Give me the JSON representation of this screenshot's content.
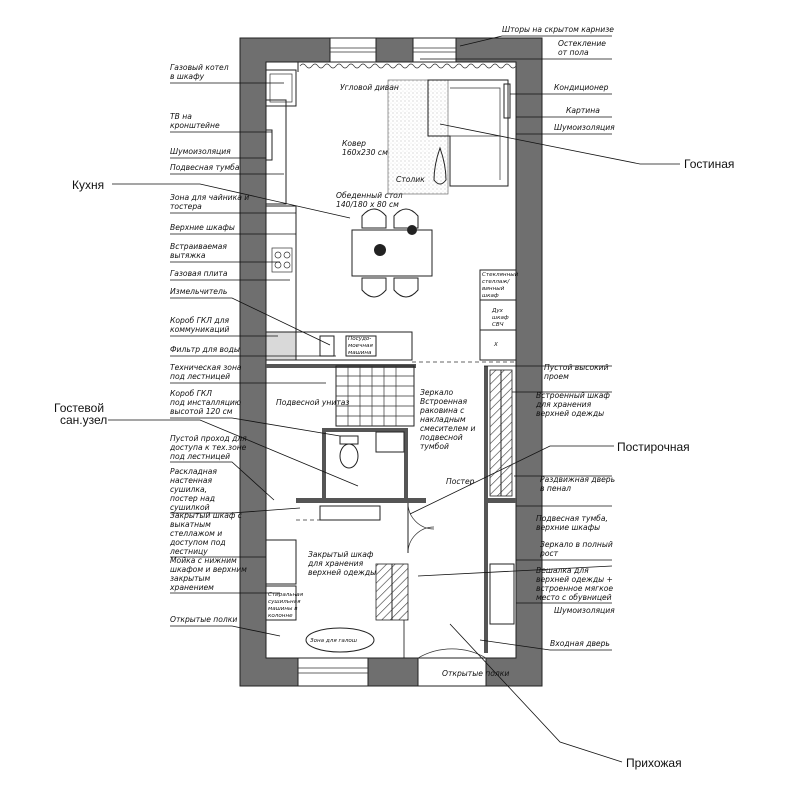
{
  "rooms": {
    "living": "Гостиная",
    "kitchen": "Кухня",
    "guest_wc": [
      "Гостевой",
      "сан.узел"
    ],
    "laundry": "Постирочная",
    "hall": "Прихожая"
  },
  "left_labels": [
    [
      "Газовый котел",
      "в шкафу"
    ],
    [
      "ТВ на",
      "кронштейне"
    ],
    [
      "Шумоизоляция"
    ],
    [
      "Подвесная тумба"
    ],
    [
      "Зона для чайника и",
      "тостера"
    ],
    [
      "Верхние шкафы"
    ],
    [
      "Встраиваемая",
      "вытяжка"
    ],
    [
      "Газовая плита"
    ],
    [
      "Измельчитель"
    ],
    [
      "Короб ГКЛ для",
      "коммуникаций"
    ],
    [
      "Фильтр для воды"
    ],
    [
      "Техническая зона",
      "под лестницей"
    ],
    [
      "Короб ГКЛ",
      "под инсталляцию",
      "высотой 120 см"
    ],
    [
      "Пустой проход для",
      "доступа к тех.зоне",
      "под лестницей"
    ],
    [
      "Раскладная",
      "настенная",
      "сушилка,",
      "постер над",
      "сушилкой"
    ],
    [
      "Закрытый шкаф с",
      "выкатным",
      "стеллажом и",
      "доступом под",
      "лестницу"
    ],
    [
      "Мойка с нижним",
      "шкафом и верхним",
      "закрытым",
      "хранением"
    ],
    [
      "Открытые полки"
    ]
  ],
  "right_labels": [
    [
      "Шторы на скрытом карнизе"
    ],
    [
      "Остекление",
      "от пола"
    ],
    [
      "Кондиционер"
    ],
    [
      "Картина"
    ],
    [
      "Шумоизоляция"
    ],
    [
      "Пустой высокий",
      "проем"
    ],
    [
      "Встроенный шкаф",
      "для хранения",
      "верхней одежды"
    ],
    [
      "Раздвижная дверь",
      "в пенал"
    ],
    [
      "Подвесная тумба,",
      "верхние шкафы"
    ],
    [
      "Зеркало в полный",
      "рост"
    ],
    [
      "Вешалка для",
      "верхней одежды +",
      "встроенное мягкое",
      "место с обувницей"
    ],
    [
      "Шумоизоляция"
    ],
    [
      "Входная дверь"
    ]
  ],
  "plan_labels": {
    "corner_sofa": "Угловой диван",
    "carpet": [
      "Ковер",
      "160х230 см"
    ],
    "coffee_table": "Столик",
    "dining_table": [
      "Обеденный стол",
      "140/180 х 80 см"
    ],
    "glass_cabinet": [
      "Стеклянный",
      "стеллаж/",
      "винный",
      "шкаф"
    ],
    "tall_cabinet": [
      "Дух",
      "шкаф",
      "СВЧ"
    ],
    "dishwasher": [
      "Посудо-",
      "моечная",
      "машина"
    ],
    "hanging_toilet": "Подвесной унитаз",
    "mirror": [
      "Зеркало",
      "Встроенная",
      "раковина с",
      "накладным",
      "смесителем и",
      "подвесной",
      "тумбой"
    ],
    "poster": "Постер",
    "closed_wardrobe": [
      "Закрытый шкаф",
      "для хранения",
      "верхней одежды"
    ],
    "shoe_zone": "Зона для галош",
    "washer": [
      "Стиральная",
      "сушильная",
      "машины в",
      "колонне"
    ],
    "open_shelves_bottom": "Открытые полки",
    "x_mark": "X"
  }
}
